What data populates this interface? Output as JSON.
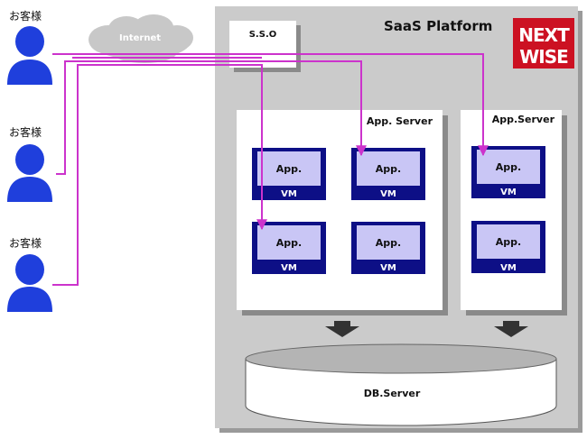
{
  "customers": [
    {
      "label": "お客様"
    },
    {
      "label": "お客様"
    },
    {
      "label": "お客様"
    }
  ],
  "internet": {
    "label": "Internet"
  },
  "platform": {
    "title": "SaaS Platform"
  },
  "logo": {
    "line1": "NEXT",
    "line2": "WISE"
  },
  "sso": {
    "label": "S.S.O"
  },
  "app_server_left": {
    "label": "App. Server",
    "vms": [
      {
        "app": "App.",
        "vm": "VM"
      },
      {
        "app": "App.",
        "vm": "VM"
      },
      {
        "app": "App.",
        "vm": "VM"
      },
      {
        "app": "App.",
        "vm": "VM"
      }
    ]
  },
  "app_server_right": {
    "label": "App.Server",
    "vms": [
      {
        "app": "App.",
        "vm": "VM"
      },
      {
        "app": "App.",
        "vm": "VM"
      }
    ]
  },
  "db_server": {
    "label": "DB.Server"
  },
  "colors": {
    "person": "#1f3fdc",
    "connection": "#cc33cc",
    "platform_bg": "#cbcbcb",
    "vm_frame": "#0d0f86",
    "app_screen": "#c9c6f5",
    "logo_bg": "#cc1122"
  }
}
